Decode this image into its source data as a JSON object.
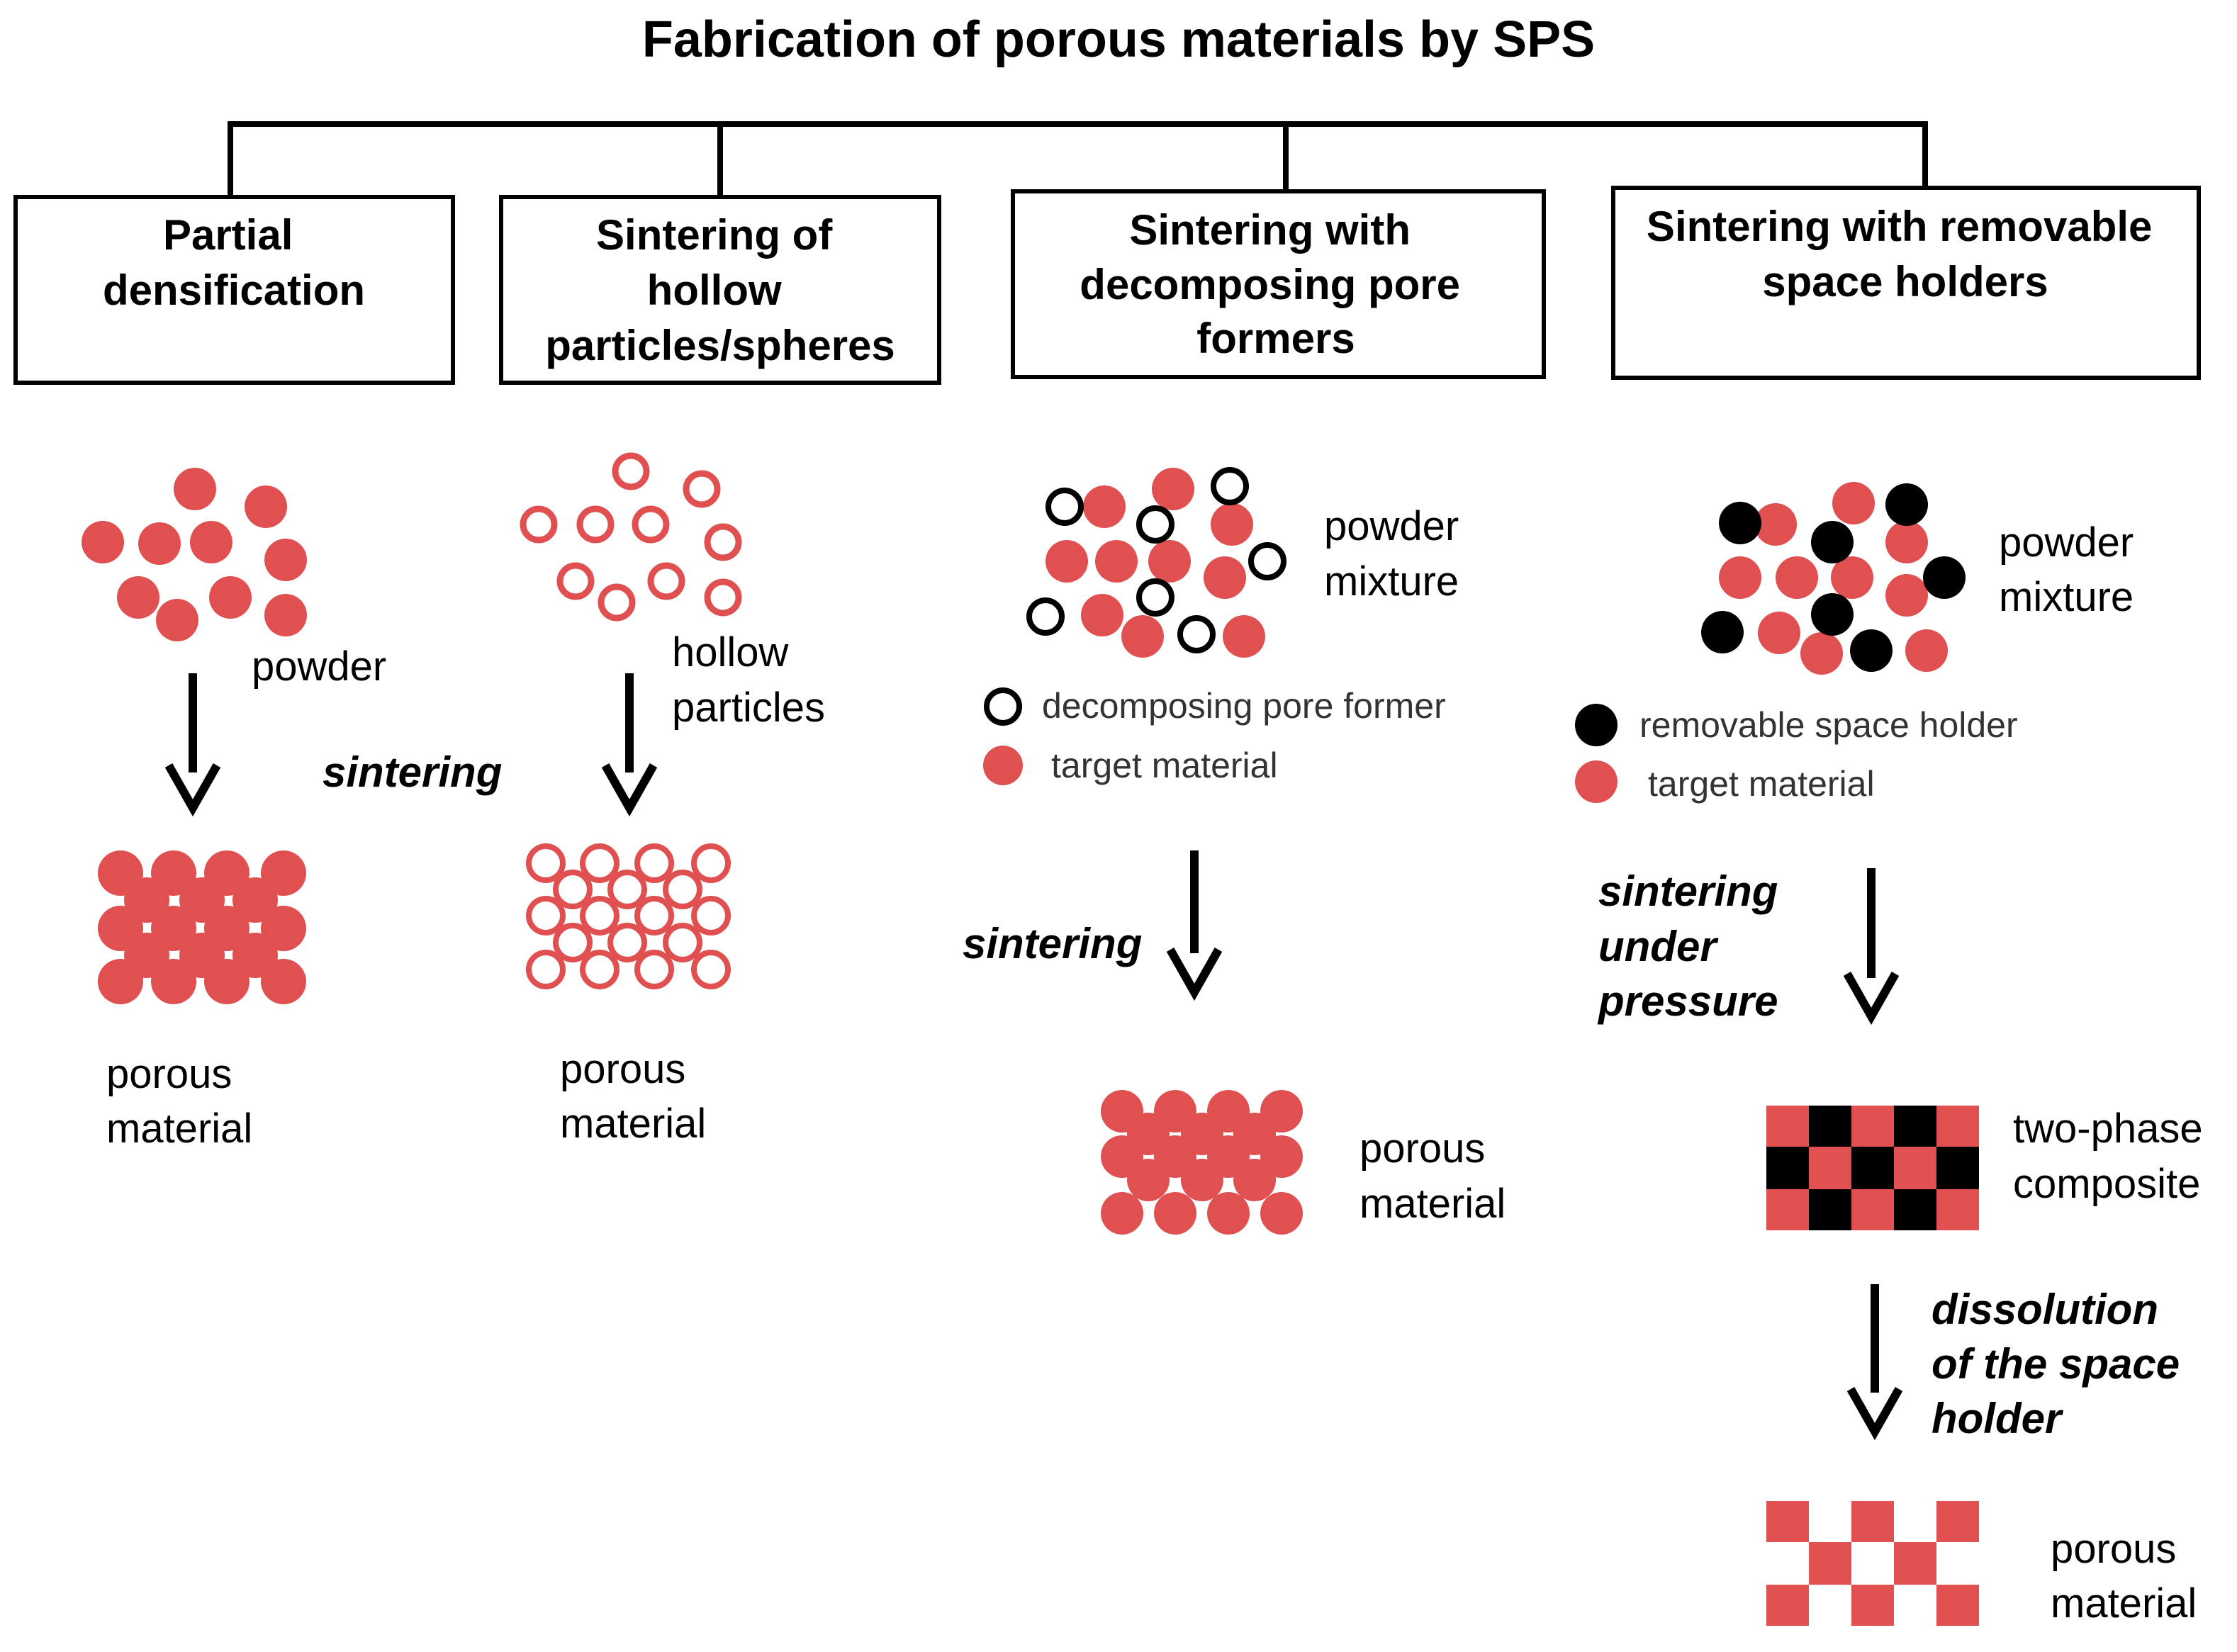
{
  "title": "Fabrication of porous materials by SPS",
  "colors": {
    "target": "#e05050",
    "holder": "#000000",
    "line": "#000000"
  },
  "methods": [
    {
      "lines": [
        "Partial",
        "densification"
      ]
    },
    {
      "lines": [
        "Sintering of",
        "hollow",
        "particles/spheres"
      ]
    },
    {
      "lines": [
        "Sintering with",
        "decomposing pore",
        "formers"
      ]
    },
    {
      "lines": [
        "Sintering with removable",
        "space holders"
      ]
    }
  ],
  "labels": {
    "powder": "powder",
    "hollow_particles": [
      "hollow",
      "particles"
    ],
    "sintering_shared": "sintering",
    "porous_material_1": [
      "porous",
      "material"
    ],
    "porous_material_2": [
      "porous",
      "material"
    ],
    "powder_mixture_3": [
      "powder",
      "mixture"
    ],
    "legend_3": [
      "decomposing pore former",
      "target material"
    ],
    "sintering_3": "sintering",
    "porous_material_3": [
      "porous",
      "material"
    ],
    "powder_mixture_4": [
      "powder",
      "mixture"
    ],
    "legend_4": [
      "removable space holder",
      "target material"
    ],
    "sintering_pressure": [
      "sintering",
      "under",
      "pressure"
    ],
    "two_phase": [
      "two-phase",
      "composite"
    ],
    "dissolution": [
      "dissolution",
      "of the space",
      "holder"
    ],
    "porous_material_4": [
      "porous",
      "material"
    ]
  }
}
